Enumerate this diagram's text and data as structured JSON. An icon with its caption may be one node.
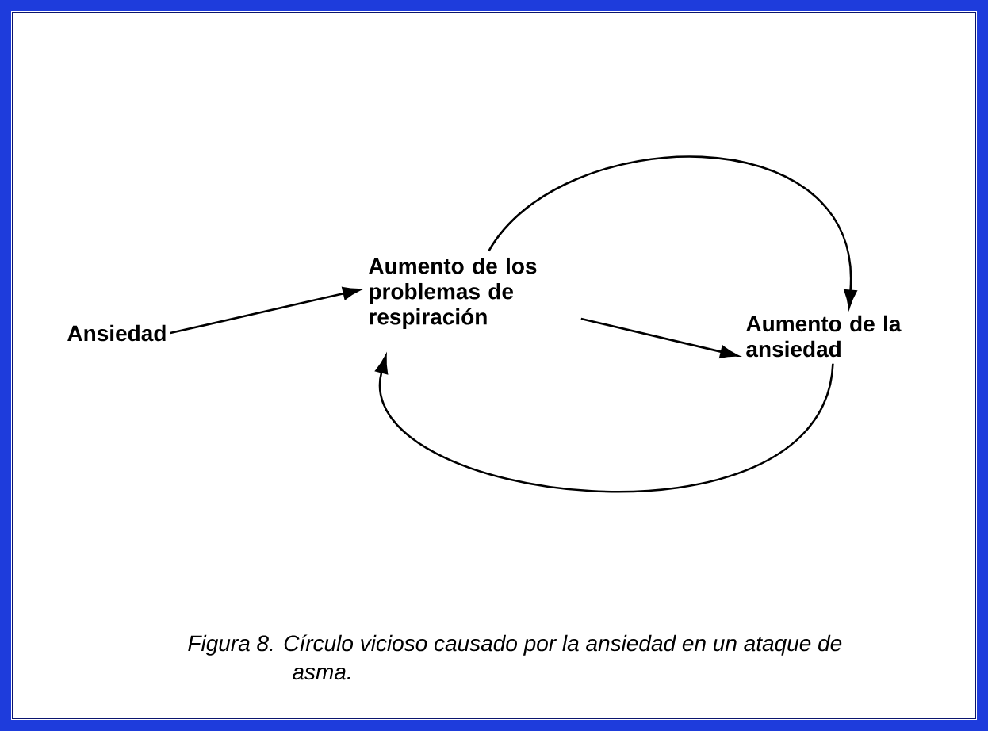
{
  "diagram": {
    "caption": "Figura 8. Círculo vicioso causado por la ansiedad en un ataque de asma.",
    "nodes": [
      {
        "text": [
          "Ansiedad"
        ]
      },
      {
        "text": [
          "Aumento de los problemas de respiración"
        ]
      },
      {
        "text": [
          "Aumento de la ansiedad"
        ]
      }
    ],
    "edges": [
      {
        "from": 0,
        "to": 1,
        "arrow": "to"
      },
      {
        "from": 1,
        "to": 2,
        "arrow": "to"
      },
      {
        "from": 1,
        "to": 2,
        "arrow": "to"
      },
      {
        "from": 2,
        "to": 1,
        "arrow": "to"
      }
    ]
  }
}
